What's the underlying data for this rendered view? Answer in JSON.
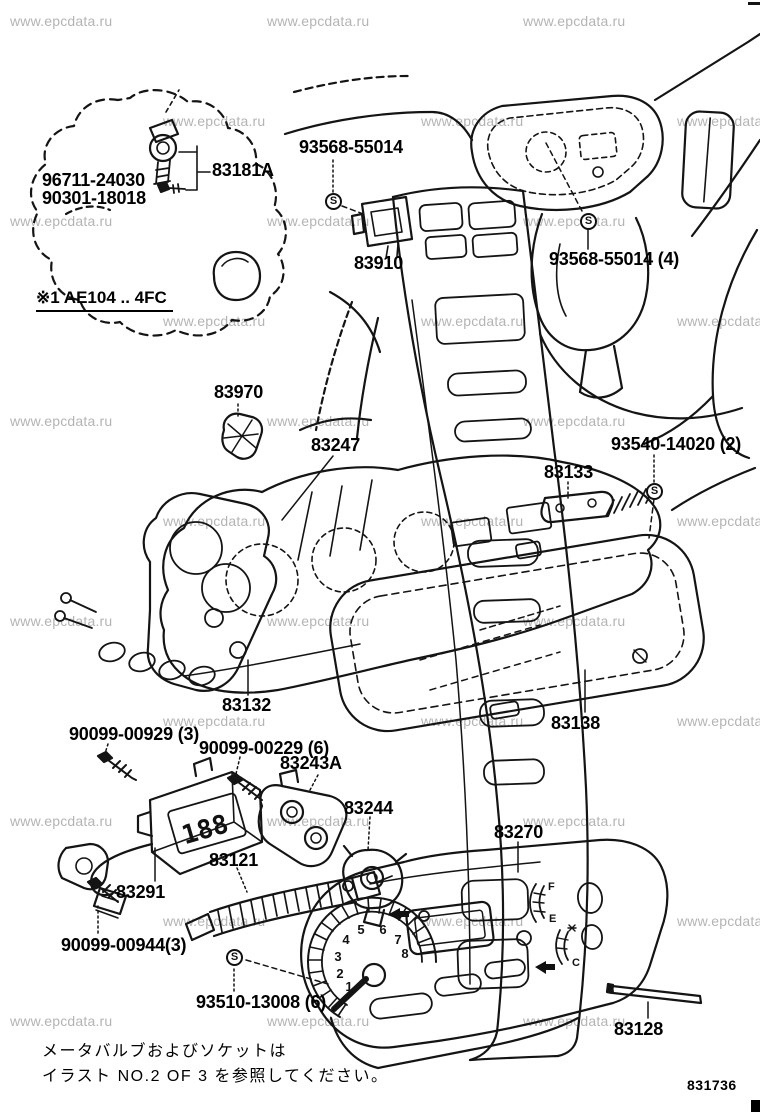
{
  "watermark": {
    "text": "www.epcdata.ru"
  },
  "variant_note": "※1 AE104 .. 4FC",
  "parts": {
    "p96711": "96711-24030",
    "p90301": "90301-18018",
    "p83181a": "83181A",
    "p93568": "93568-55014",
    "p83910": "83910",
    "p93568_4": "93568-55014 (4)",
    "p83970": "83970",
    "p83247": "83247",
    "p93540": "93540-14020 (2)",
    "p83133": "83133",
    "p83132": "83132",
    "p83138": "83138",
    "p90099_929": "90099-00929 (3)",
    "p90099_229": "90099-00229 (6)",
    "p83243a": "83243A",
    "p83244": "83244",
    "p83270": "83270",
    "p83121": "83121",
    "p83291": "83291",
    "p90099_944": "90099-00944(3)",
    "p93510": "93510-13008 (6)",
    "p83128": "83128"
  },
  "screw_marker": "S",
  "gauge": {
    "tach_numbers": [
      "1",
      "2",
      "3",
      "4",
      "5",
      "6",
      "7",
      "8"
    ],
    "fuel_full": "F",
    "fuel_empty": "E",
    "temp_cold": "C",
    "clock_display": "188"
  },
  "footer": {
    "note_line1": "メータバルブおよびソケットは",
    "note_line2": "イラスト NO.2 OF 3 を参照してください。",
    "page_code": "831736"
  }
}
